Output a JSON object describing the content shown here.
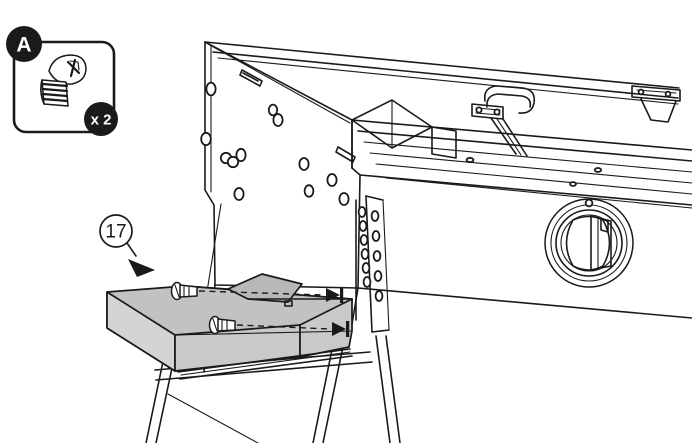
{
  "illustration": {
    "type": "assembly-instruction-line-drawing",
    "subject": "barbecue grill cart with side shelf",
    "background_color": "#ffffff",
    "line_color": "#1a1a1a",
    "shaded_part_color": "#c9c9c9"
  },
  "parts_callout": {
    "badge_letter": "A",
    "quantity_label": "x 2",
    "hardware_icon": "screw-icon",
    "hardware_type": "pan-head phillips screw"
  },
  "part_callout": {
    "number": "17",
    "icon": "leader-arrow-icon",
    "target": "side-shelf"
  },
  "assembly": {
    "fastener_count": 2,
    "fastener_icon": "screw-icon",
    "trajectory_icon": "dashed-insertion-line",
    "target_marker_icon": "arrowhead-target-icon"
  },
  "grill": {
    "lid_icon": "grill-lid-icon",
    "handle_icon": "lid-handle-icon",
    "thermometer_icon": "temperature-gauge-icon",
    "latch_icon": "hinge-bracket-icon",
    "panel_icon": "end-panel-icon",
    "slot_icon": "vent-slot-icon",
    "leg_icon": "cart-leg-icon"
  }
}
